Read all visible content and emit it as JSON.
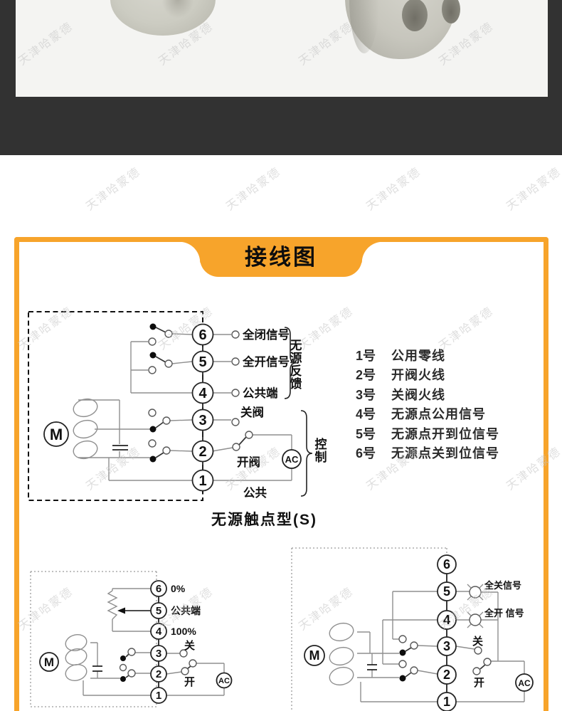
{
  "watermark": {
    "text": "天津哈蒙德"
  },
  "theme": {
    "accent_orange": "#f7a42b",
    "band_dark": "#323232",
    "photo_bg": "#f4f4f2"
  },
  "banner": {
    "title": "接线图"
  },
  "main_diagram": {
    "terminals": [
      "6",
      "5",
      "4",
      "3",
      "2",
      "1"
    ],
    "motor_label": "M",
    "ac_label": "AC",
    "label_t6": "全闭信号",
    "label_t5": "全开信号",
    "label_t4": "公共端",
    "label_t3": "关阀",
    "label_t2": "开阀",
    "label_t1": "公共",
    "group_feedback": "无源反馈",
    "group_control": "控制",
    "caption": "无源触点型(S)"
  },
  "terminal_legend": {
    "items": [
      {
        "num": "1号",
        "desc": "公用零线"
      },
      {
        "num": "2号",
        "desc": "开阀火线"
      },
      {
        "num": "3号",
        "desc": "关阀火线"
      },
      {
        "num": "4号",
        "desc": "无源点公用信号"
      },
      {
        "num": "5号",
        "desc": "无源点开到位信号"
      },
      {
        "num": "6号",
        "desc": "无源点关到位信号"
      }
    ]
  },
  "pot_diagram": {
    "terminals": [
      "6",
      "5",
      "4",
      "3",
      "2",
      "1"
    ],
    "motor_label": "M",
    "ac_label": "AC",
    "label_t6": "0%",
    "label_t5": "公共端",
    "label_t4": "100%",
    "label_t3": "关",
    "label_t2": "开"
  },
  "lamp_diagram": {
    "terminals": [
      "6",
      "5",
      "4",
      "3",
      "2",
      "1"
    ],
    "motor_label": "M",
    "ac_label": "AC",
    "label_close_signal": "全关信号",
    "label_open_signal": "全开 信号",
    "label_t3": "关",
    "label_t2": "开"
  }
}
